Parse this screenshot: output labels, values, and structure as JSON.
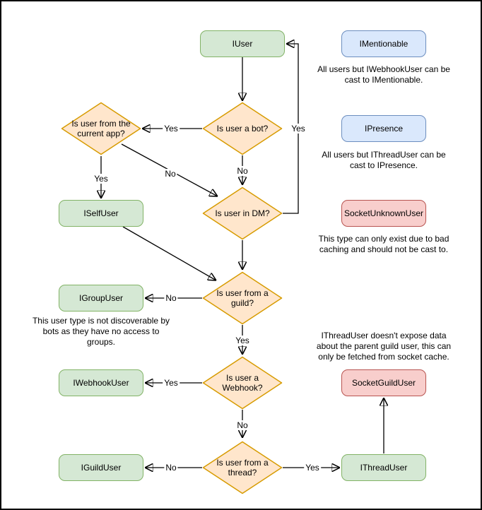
{
  "nodes": {
    "iuser": {
      "label": "IUser"
    },
    "imentionable": {
      "label": "IMentionable"
    },
    "ipresence": {
      "label": "IPresence"
    },
    "iselfuser": {
      "label": "ISelfUser"
    },
    "socketunknownuser": {
      "label": "SocketUnknownUser"
    },
    "igroupuser": {
      "label": "IGroupUser"
    },
    "iwebhookuser": {
      "label": "IWebhookUser"
    },
    "socketguilduser": {
      "label": "SocketGuildUser"
    },
    "iguilduser": {
      "label": "IGuildUser"
    },
    "ithreaduser": {
      "label": "IThreadUser"
    }
  },
  "decisions": {
    "bot": {
      "lines": [
        "Is user a bot?"
      ]
    },
    "current_app": {
      "lines": [
        "Is user from the",
        "current app?"
      ]
    },
    "dm": {
      "lines": [
        "Is user in DM?"
      ]
    },
    "guild": {
      "lines": [
        "Is user from a",
        "guild?"
      ]
    },
    "webhook": {
      "lines": [
        "Is user a",
        "Webhook?"
      ]
    },
    "thread": {
      "lines": [
        "Is user from a",
        "thread?"
      ]
    }
  },
  "edge_labels": {
    "bot_yes": "Yes",
    "bot_no": "No",
    "app_yes": "Yes",
    "app_no": "No",
    "dm_yes": "Yes",
    "guild_no": "No",
    "guild_yes": "Yes",
    "webhook_yes": "Yes",
    "webhook_no": "No",
    "thread_no": "No",
    "thread_yes": "Yes"
  },
  "notes": {
    "mentionable": [
      "All users but IWebhookUser can be",
      "cast to IMentionable."
    ],
    "presence": [
      "All users but IThreadUser can be",
      "cast to IPresence."
    ],
    "unknown": [
      "This type can only exist due to bad",
      "caching and should not be cast to."
    ],
    "group": [
      "This user type is not discoverable by",
      "bots as they have no access to",
      "groups."
    ],
    "thread": [
      "IThreadUser doesn't expose data",
      "about the parent guild user, this can",
      "only be fetched from socket cache."
    ]
  },
  "colors": {
    "green_fill": "#d5e8d4",
    "green_stroke": "#82b366",
    "blue_fill": "#dae8fc",
    "blue_stroke": "#6c8ebf",
    "red_fill": "#f8cecc",
    "red_stroke": "#b85450",
    "orange_fill": "#ffe6cc",
    "orange_stroke": "#d79b00",
    "edge": "#000000",
    "background": "#ffffff"
  }
}
